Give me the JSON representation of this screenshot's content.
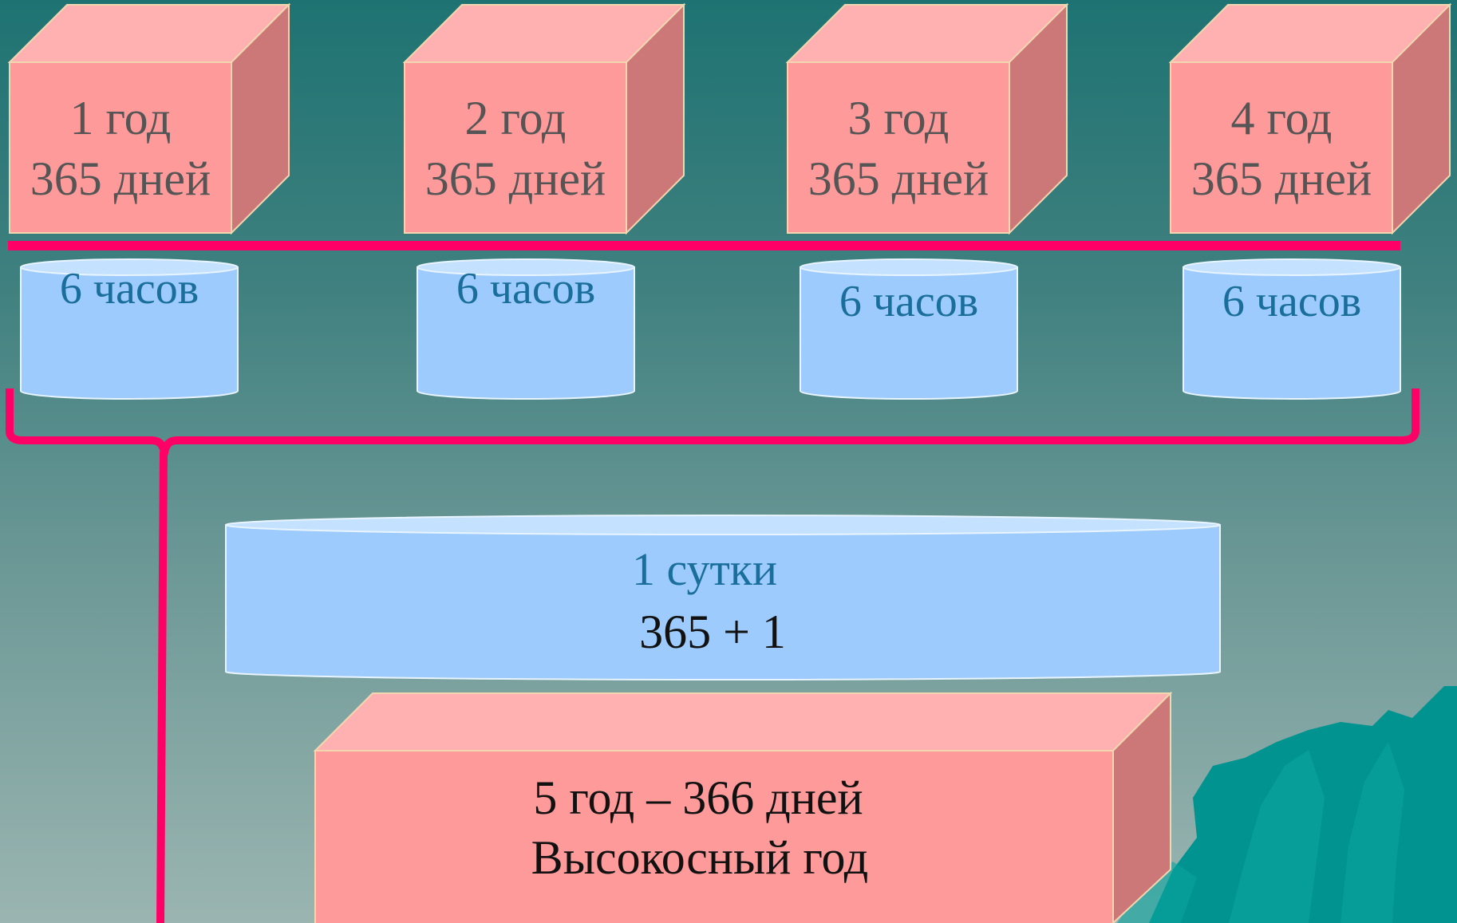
{
  "year_cubes": [
    {
      "year_label": "1 год",
      "days_label": "365 дней"
    },
    {
      "year_label": "2 год",
      "days_label": "365 дней"
    },
    {
      "year_label": "3 год",
      "days_label": "365 дней"
    },
    {
      "year_label": "4 год",
      "days_label": "365 дней"
    }
  ],
  "hours_cylinders": [
    {
      "label": "6 часов"
    },
    {
      "label": "6 часов"
    },
    {
      "label": "6 часов"
    },
    {
      "label": "6 часов"
    }
  ],
  "day_cylinder": {
    "title": "1 сутки",
    "formula": "365 + 1"
  },
  "leap_box": {
    "line1": "5 год – 366 дней",
    "line2": "Высокосный год"
  },
  "colors": {
    "cube_front": "#ff9a9a",
    "cube_top": "#ffb0b0",
    "cube_side": "#cc7878",
    "cylinder_body": "#9dcbfd",
    "cylinder_top": "#c4e2ff",
    "connector_line": "#ff0066",
    "water": "#00938f"
  }
}
